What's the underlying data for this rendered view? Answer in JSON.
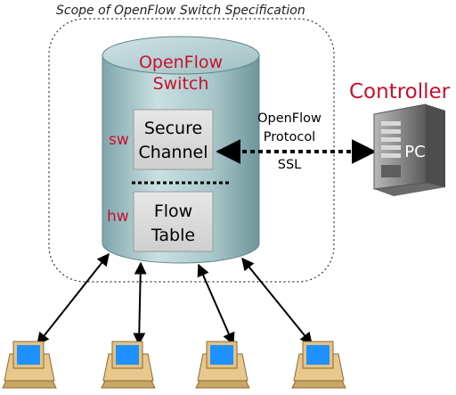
{
  "diagram": {
    "scope_title": "Scope of OpenFlow Switch Specification",
    "switch_title_line1": "OpenFlow",
    "switch_title_line2": "Switch",
    "secure_channel_line1": "Secure",
    "secure_channel_line2": "Channel",
    "flow_table_line1": "Flow",
    "flow_table_line2": "Table",
    "sw_label": "sw",
    "hw_label": "hw",
    "protocol_line1": "OpenFlow",
    "protocol_line2": "Protocol",
    "protocol_line3": "SSL",
    "controller_label": "Controller",
    "pc_label": "PC",
    "hosts": [
      {
        "icon": "desktop-computer-icon"
      },
      {
        "icon": "desktop-computer-icon"
      },
      {
        "icon": "desktop-computer-icon"
      },
      {
        "icon": "desktop-computer-icon"
      }
    ],
    "colors": {
      "accent_red": "#c8102e",
      "cylinder_teal": "#a9c9cc",
      "monitor_screen": "#1e90ff",
      "server_gray": "#8c8c8c"
    }
  }
}
